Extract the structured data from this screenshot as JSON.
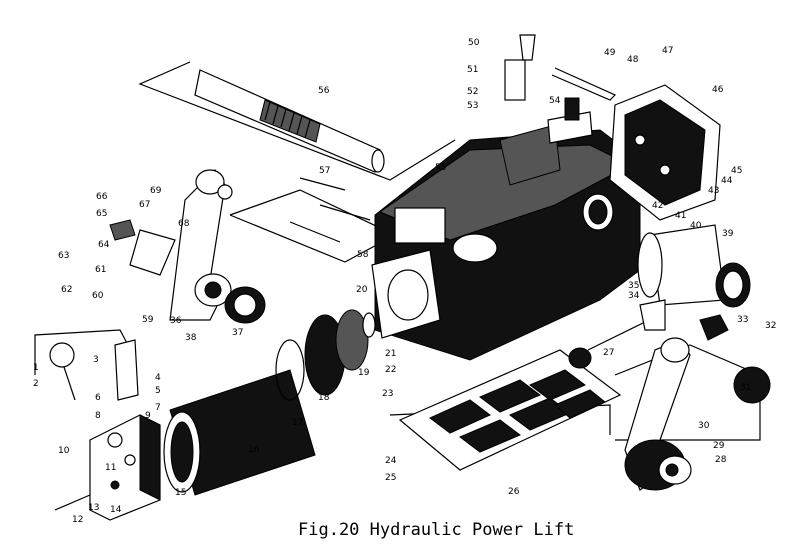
{
  "caption": "Fig.20 Hydraulic Power Lift",
  "part_labels": [
    "1",
    "2",
    "3",
    "4",
    "5",
    "6",
    "7",
    "8",
    "9",
    "10",
    "11",
    "12",
    "13",
    "14",
    "15",
    "16",
    "17",
    "18",
    "19",
    "20",
    "21",
    "22",
    "23",
    "24",
    "25",
    "26",
    "27",
    "28",
    "29",
    "30",
    "31",
    "32",
    "33",
    "34",
    "35",
    "36",
    "37",
    "38",
    "39",
    "40",
    "41",
    "42",
    "43",
    "44",
    "45",
    "46",
    "47",
    "48",
    "49",
    "50",
    "51",
    "52",
    "53",
    "54",
    "55",
    "56",
    "57",
    "58",
    "59",
    "60",
    "61",
    "62",
    "63",
    "64",
    "65",
    "66",
    "67",
    "68",
    "69"
  ]
}
